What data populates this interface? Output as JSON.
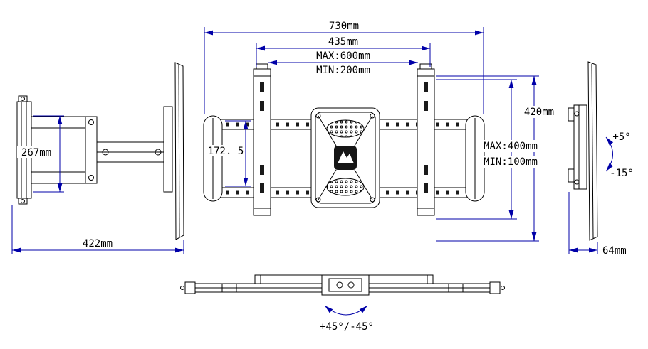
{
  "views": {
    "side_left": {
      "plate_height_label": "267mm",
      "extension_label": "422mm"
    },
    "front": {
      "total_width_label": "730mm",
      "wall_plate_width_label": "435mm",
      "bracket_width_max_label": "MAX:600mm",
      "bracket_width_min_label": "MIN:200mm",
      "plate_height_label": "172. 5",
      "bracket_height_label": "420mm",
      "vesa_height_max_label": "MAX:400mm",
      "vesa_height_min_label": "MIN:100mm"
    },
    "side_right": {
      "depth_label": "64mm",
      "tilt_up_label": "+5°",
      "tilt_down_label": "-15°"
    },
    "top": {
      "swivel_label": "+45°/-45°"
    }
  },
  "colors": {
    "outline": "#000000",
    "dimension_line": "#0000a8",
    "text": "#000000",
    "background": "#ffffff"
  }
}
